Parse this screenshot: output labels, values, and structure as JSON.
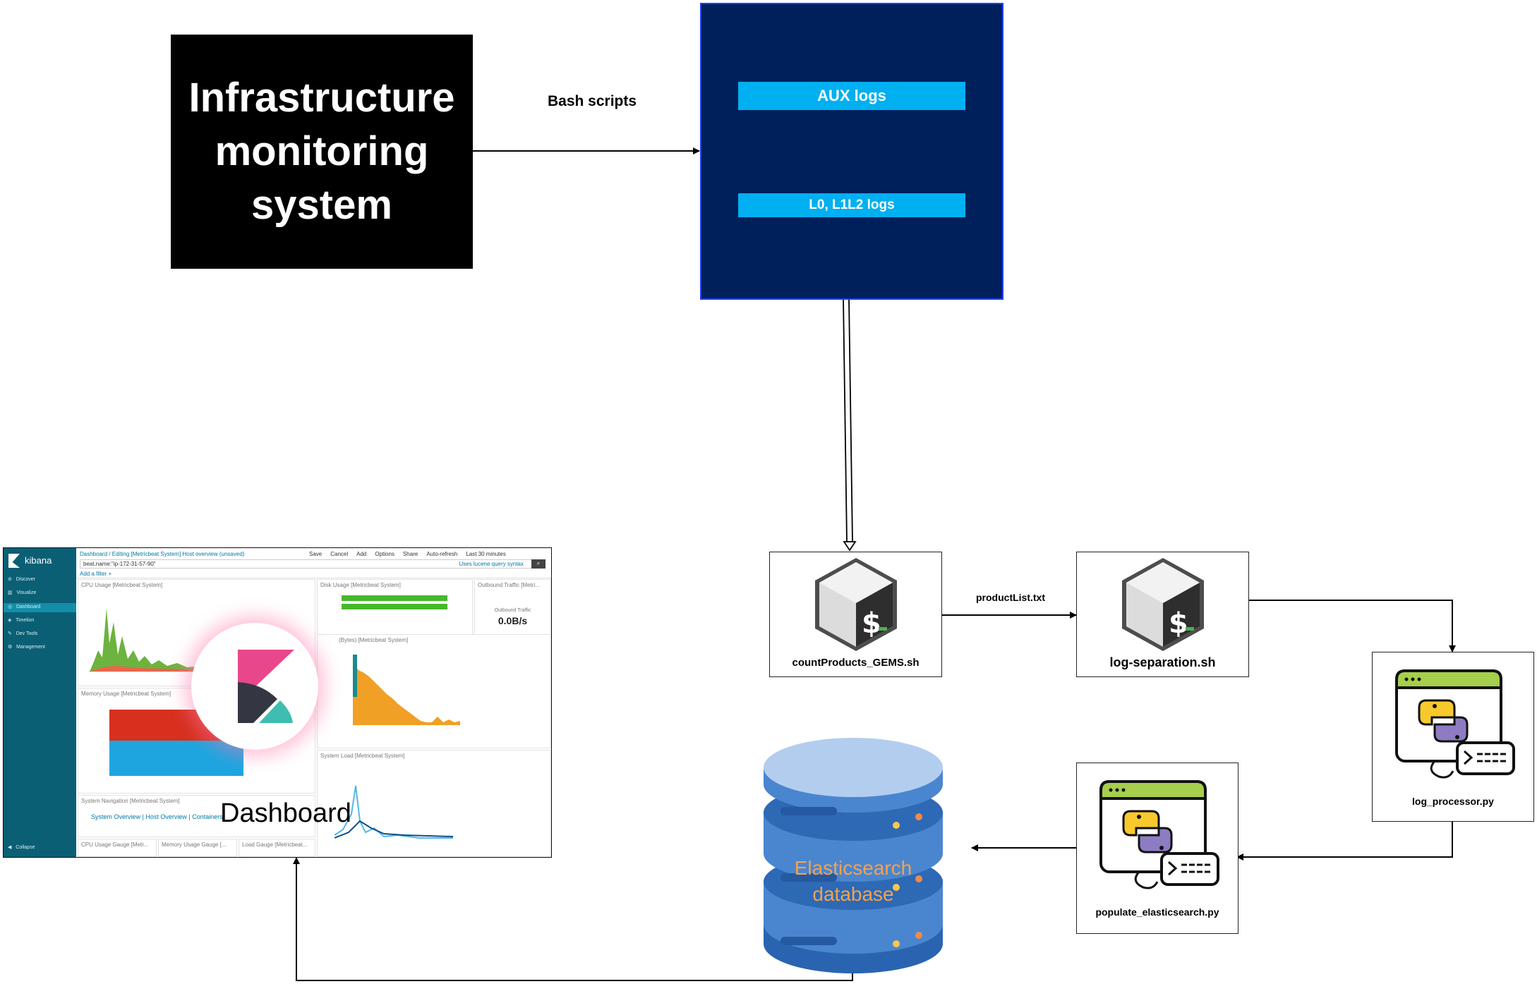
{
  "infrastructure": {
    "line1": "Infrastructure",
    "line2": "monitoring",
    "line3": "system"
  },
  "edges": {
    "bash": "Bash scripts",
    "product_list": "productList.txt"
  },
  "logs_box": {
    "aux": "AUX logs",
    "levels": "L0, L1L2 logs"
  },
  "scripts": {
    "count": "countProducts_GEMS.sh",
    "separation": "log-separation.sh",
    "processor": "log_processor.py",
    "populate": "populate_elasticsearch.py"
  },
  "database": {
    "line1": "Elasticsearch",
    "line2": "database"
  },
  "dashboard": {
    "label": "Dashboard"
  },
  "kibana": {
    "brand": "kibana",
    "nav": [
      "Discover",
      "Visualize",
      "Dashboard",
      "Timelion",
      "Dev Tools",
      "Management"
    ],
    "collapse": "Collapse",
    "breadcrumb": "Dashboard / Editing [Metricbeat System] Host overview (unsaved)",
    "actions": [
      "Save",
      "Cancel",
      "Add",
      "Options",
      "Share",
      "Auto-refresh",
      "Last 30 minutes"
    ],
    "query": "beat.name:\"ip-172-31-57-90\"",
    "query_hint": "Uses lucene query syntax",
    "add_filter": "Add a filter +",
    "panels": {
      "cpu": "CPU Usage [Metricbeat System]",
      "disk": "Disk Usage [Metricbeat System]",
      "outbound": "Outbound Traffic [Metri...",
      "outbound_label": "Outbound Traffic",
      "outbound_value": "0.0B/s",
      "memory": "Memory Usage [Metricbeat System]",
      "bytes": "(Bytes) [Metricbeat System]",
      "load": "System Load [Metricbeat System]",
      "nav": "System Navigation [Metricbeat System]",
      "nav_links": "System Overview | Host Overview | Containers",
      "gauge1": "CPU Usage Gauge [Metr...",
      "gauge2": "Memory Usage Gauge [...",
      "gauge3": "Load Gauge [Metricbeat..."
    }
  },
  "colors": {
    "navy": "#00205c",
    "cyan": "#00b0f0",
    "db_blue": "#4a86cf",
    "db_label": "#f4a14f"
  }
}
